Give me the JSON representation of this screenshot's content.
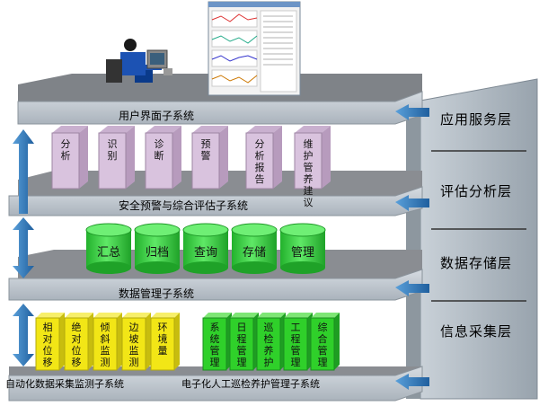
{
  "layers": {
    "user_interface": "用户界面子系统",
    "safety_eval": "安全预警与综合评估子系统",
    "data_mgmt": "数据管理子系统",
    "auto_collect": "自动化数据采集监测子系统",
    "manual_patrol": "电子化人工巡检养护管理子系统"
  },
  "analysis_boxes": [
    "分析",
    "识别",
    "诊断",
    "预警",
    "分析报告",
    "维护管养建议"
  ],
  "storage_cylinders": [
    "汇总",
    "归档",
    "查询",
    "存储",
    "管理"
  ],
  "monitor_boxes": [
    "相对位移",
    "绝对位移",
    "倾斜监测",
    "边坡监测",
    "环境量"
  ],
  "patrol_boxes": [
    "系统管理",
    "日程管理",
    "巡检养护",
    "工程管理",
    "综合管理"
  ],
  "right_panel": [
    "应用服务层",
    "评估分析层",
    "数据存储层",
    "信息采集层"
  ],
  "colors": {
    "slab_top": "#8a8d92",
    "slab_front": "#b8c0c8",
    "pink": "#d9c3de",
    "pink_side": "#b79bbd",
    "green_cyl": "#2fd03a",
    "yellow": "#f2e616",
    "lime": "#2fd02a",
    "arrow": "#2a73b8",
    "panel": "#a9b4bd"
  }
}
